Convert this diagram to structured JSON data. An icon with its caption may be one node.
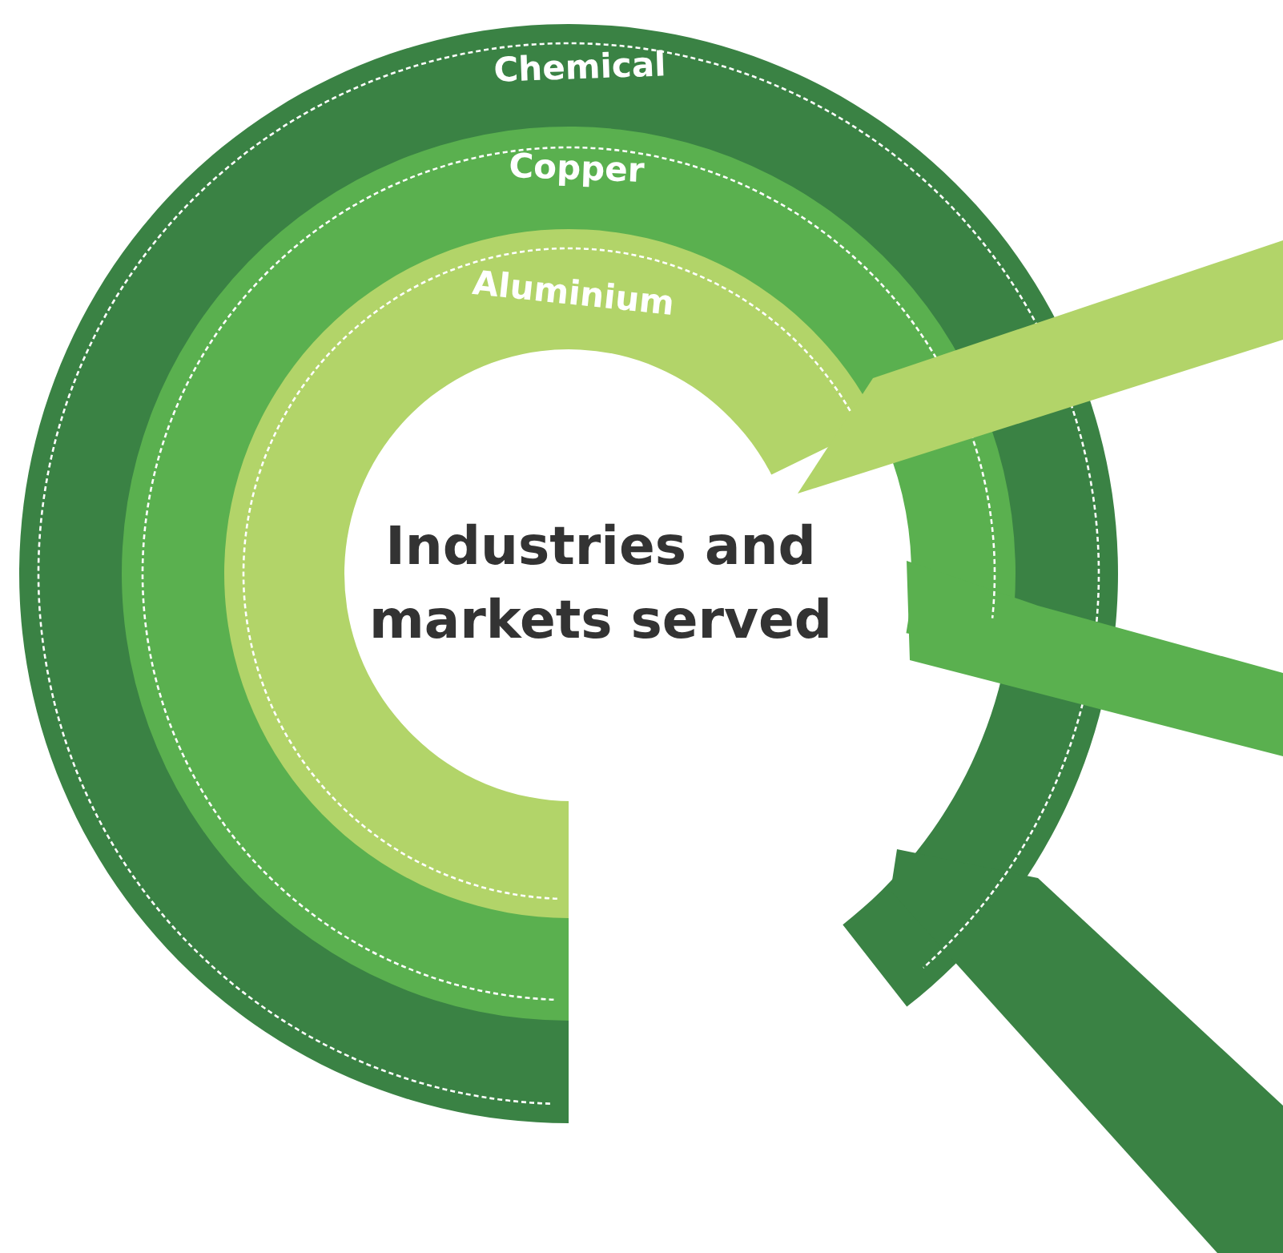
{
  "diagram": {
    "nodes": [
      {
        "text": [
          "Chemical"
        ]
      },
      {
        "text": [
          "Copper"
        ]
      },
      {
        "text": [
          "Aluminium"
        ]
      },
      {
        "text": [
          "Industries and markets served"
        ]
      }
    ]
  }
}
